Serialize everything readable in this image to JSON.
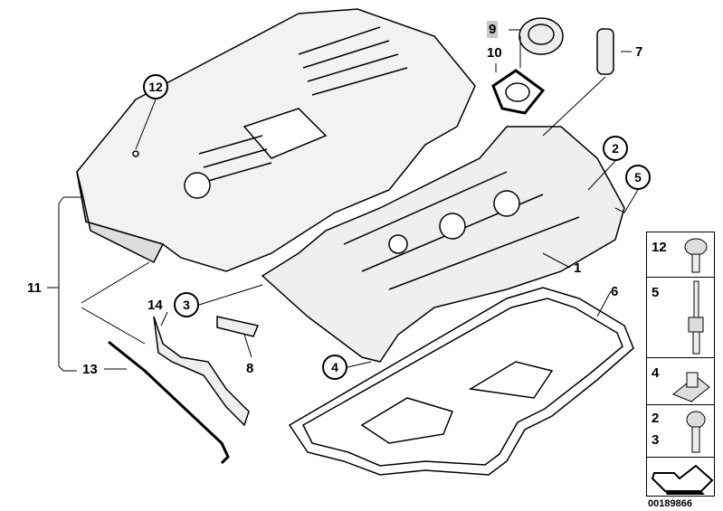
{
  "diagram": {
    "callouts": {
      "c1": "1",
      "c2": "2",
      "c3": "3",
      "c4": "4",
      "c5": "5",
      "c6": "6",
      "c7": "7",
      "c8": "8",
      "c9": "9",
      "c10": "10",
      "c11": "11",
      "c12": "12",
      "c13": "13",
      "c14": "14"
    },
    "legend": [
      {
        "labels": [
          "12"
        ],
        "icon": "bolt-with-washer-icon"
      },
      {
        "labels": [
          "5"
        ],
        "icon": "stud-bolt-icon"
      },
      {
        "labels": [
          "4"
        ],
        "icon": "clip-nut-icon"
      },
      {
        "labels": [
          "2",
          "3"
        ],
        "icon": "screw-with-sleeve-icon"
      },
      {
        "labels": [],
        "icon": "arrow-left-down-icon"
      }
    ],
    "diagram_code": "00189866"
  }
}
